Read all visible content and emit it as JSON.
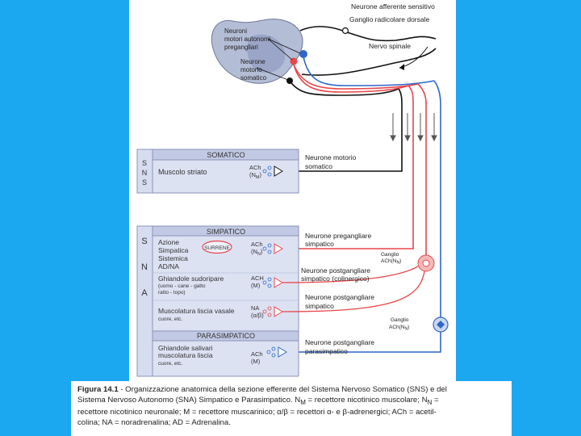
{
  "colors": {
    "background": "#1ba8f0",
    "panel": "#d7ddf0",
    "panel_border": "#8a93b8",
    "red": "#e8474a",
    "blue": "#2f67c8",
    "pink_ganglion": "#f3b8b8"
  },
  "labels": {
    "afferent": "Neurone afferente sensitivo",
    "ganglion_dorsal": "Ganglio radicolare dorsale",
    "spinal_nerve": "Nervo spinale",
    "autonomic_l1": "Neuroni",
    "autonomic_l2": "motori autonomi",
    "autonomic_l3": "pregangliari",
    "somatic_l1": "Neurone",
    "somatic_l2": "motorio",
    "somatic_l3": "somatico",
    "motor_somatic_l1": "Neurone motorio",
    "motor_somatic_l2": "somatico",
    "pregang_l1": "Neurone pregangliare",
    "pregang_l2": "simpatico",
    "postgang_chol_l1": "Neurone postgangliare",
    "postgang_chol_l2": "simpatico (colinergico)",
    "postgang_symp_l1": "Neurone postgangliare",
    "postgang_symp_l2": "simpatico",
    "postgang_para_l1": "Neurone postgangliare",
    "postgang_para_l2": "parasimpatico",
    "ganglio1_l1": "Ganglio",
    "ganglio1_l2": "ACh(N",
    "ganglio1_sub": "N",
    "ganglio2_l1": "Ganglio",
    "ganglio2_l2": "ACh(N",
    "ganglio2_sub": "N"
  },
  "boxes": {
    "sns_side": "S N S",
    "somatico_header": "SOMATICO",
    "muscolo_striato": "Muscolo striato",
    "ach_somatic": "ACh",
    "nm_somatic": "(N",
    "nm_sub": "M",
    "sna_side": "S N A",
    "simpatico_header": "SIMPATICO",
    "azione_l1": "Azione",
    "azione_l2": "Simpatica",
    "azione_l3": "Sistemica",
    "azione_l4": "AD/NA",
    "surrene": "SURRENE",
    "ach_surrene": "ACh",
    "nn_surrene": "(N",
    "nn_sub": "N",
    "ghiandole_l1": "Ghiandole sudoripare",
    "ghiandole_l2": "(uomo - cane - gatto",
    "ghiandole_l3": "ratto - topo)",
    "ach_sud": "ACH",
    "m_sud": "(M)",
    "muscolatura_l1": "Muscolatura liscia vasale",
    "muscolatura_l2": "cuore, etc.",
    "na": "NA",
    "ab": "(α/β)",
    "parasimpatico_header": "PARASIMPATICO",
    "para_l1": "Ghiandole salivari",
    "para_l2": "muscolatura liscia",
    "para_l3": "cuore, etc.",
    "ach_para": "ACh",
    "m_para": "(M)"
  },
  "caption": {
    "bold": "Figura 14.1",
    "line1": " - Organizzazione anatomica della sezione efferente del Sistema Nervoso Somatico (SNS) e del",
    "line2": "Sistema Nervoso Autonomo (SNA) Simpatico e Parasimpatico. N",
    "line2_sub": "M",
    "line2_rest": " = recettore nicotinico muscolare; N",
    "line2_sub2": "N",
    "line2_end": " =",
    "line3": "recettore nicotinico neuronale; M = recettore muscarinico; α/β = recettori α- e β-adrenergici; ACh = acetil-",
    "line4": "colina; NA = noradrenalina; AD = Adrenalina."
  }
}
